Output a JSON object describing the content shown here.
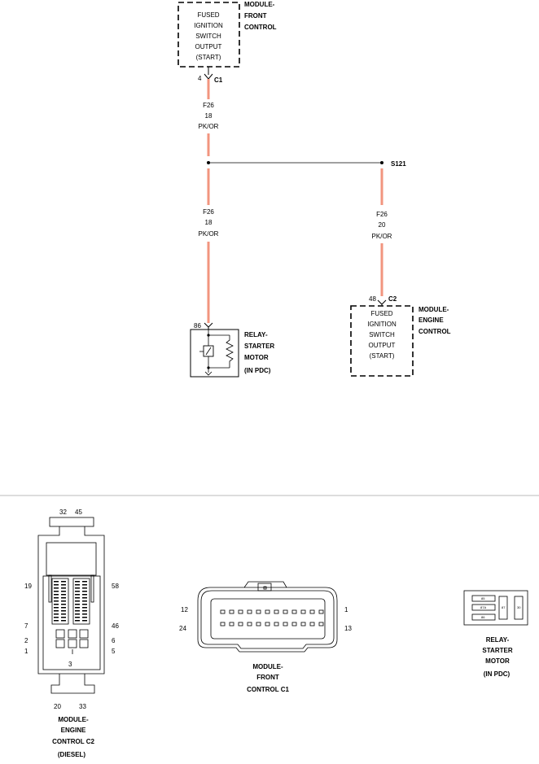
{
  "colors": {
    "wire": "#f2957f",
    "line": "#000000",
    "divider": "#bbbbbb",
    "background": "#ffffff"
  },
  "schematic": {
    "front_control": {
      "name_lines": [
        "MODULE-",
        "FRONT",
        "CONTROL"
      ],
      "function_lines": [
        "FUSED",
        "IGNITION",
        "SWITCH",
        "OUTPUT",
        "(START)"
      ],
      "pin": "4",
      "connector": "C1"
    },
    "wire_upper": {
      "circuit": "F26",
      "gauge": "18",
      "color_code": "PK/OR"
    },
    "splice": {
      "id": "S121"
    },
    "wire_lower_left": {
      "circuit": "F26",
      "gauge": "18",
      "color_code": "PK/OR"
    },
    "wire_lower_right": {
      "circuit": "F26",
      "gauge": "20",
      "color_code": "PK/OR"
    },
    "engine_control": {
      "name_lines": [
        "MODULE-",
        "ENGINE",
        "CONTROL"
      ],
      "function_lines": [
        "FUSED",
        "IGNITION",
        "SWITCH",
        "OUTPUT",
        "(START)"
      ],
      "pin": "48",
      "connector": "C2"
    },
    "relay": {
      "name_lines": [
        "RELAY-",
        "STARTER",
        "MOTOR",
        "(IN PDC)"
      ],
      "pin": "86"
    }
  },
  "connector_views": {
    "ecm_c2": {
      "title_lines": [
        "MODULE-",
        "ENGINE",
        "CONTROL C2",
        "(DIESEL)"
      ],
      "pins": {
        "top_left": "32",
        "top_right": "45",
        "l19": "19",
        "r58": "58",
        "l7": "7",
        "r46": "46",
        "l2": "2",
        "r6": "6",
        "l1": "1",
        "r5": "5",
        "center": "3",
        "bottom_left": "20",
        "bottom_right": "33"
      }
    },
    "fcm_c1": {
      "title_lines": [
        "MODULE-",
        "FRONT",
        "CONTROL C1"
      ],
      "pins": {
        "l12": "12",
        "r1": "1",
        "l24": "24",
        "r13": "13"
      }
    },
    "relay_view": {
      "title_lines": [
        "RELAY-",
        "STARTER",
        "MOTOR",
        "(IN PDC)"
      ],
      "terminal_labels": [
        "85",
        "87A",
        "86",
        "87",
        "30"
      ]
    }
  }
}
